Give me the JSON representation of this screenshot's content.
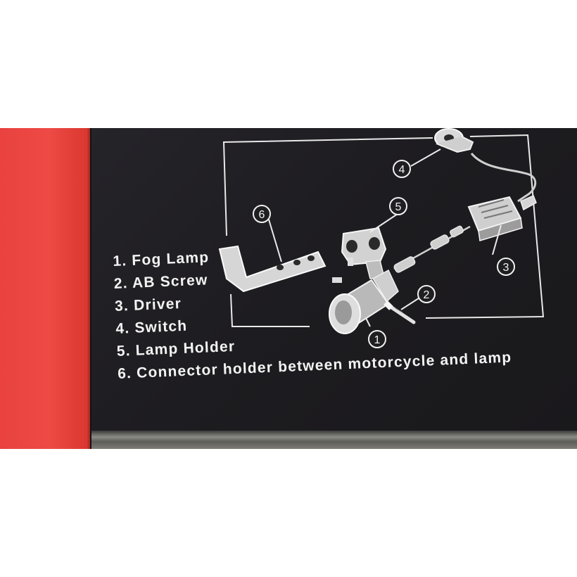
{
  "legend": {
    "items": [
      "1. Fog Lamp",
      "2. AB Screw",
      "3. Driver",
      "4. Switch",
      "5. Lamp Holder",
      "6. Connector holder between motorcycle and lamp"
    ]
  },
  "callouts": {
    "fog_lamp": "1",
    "ab_screw": "2",
    "driver": "3",
    "switch": "4",
    "lamp_holder": "5",
    "connector_holder": "6"
  },
  "colors": {
    "red_panel": "#e9423f",
    "box_face": "#1f1e22",
    "print": "#f3f3f3"
  }
}
